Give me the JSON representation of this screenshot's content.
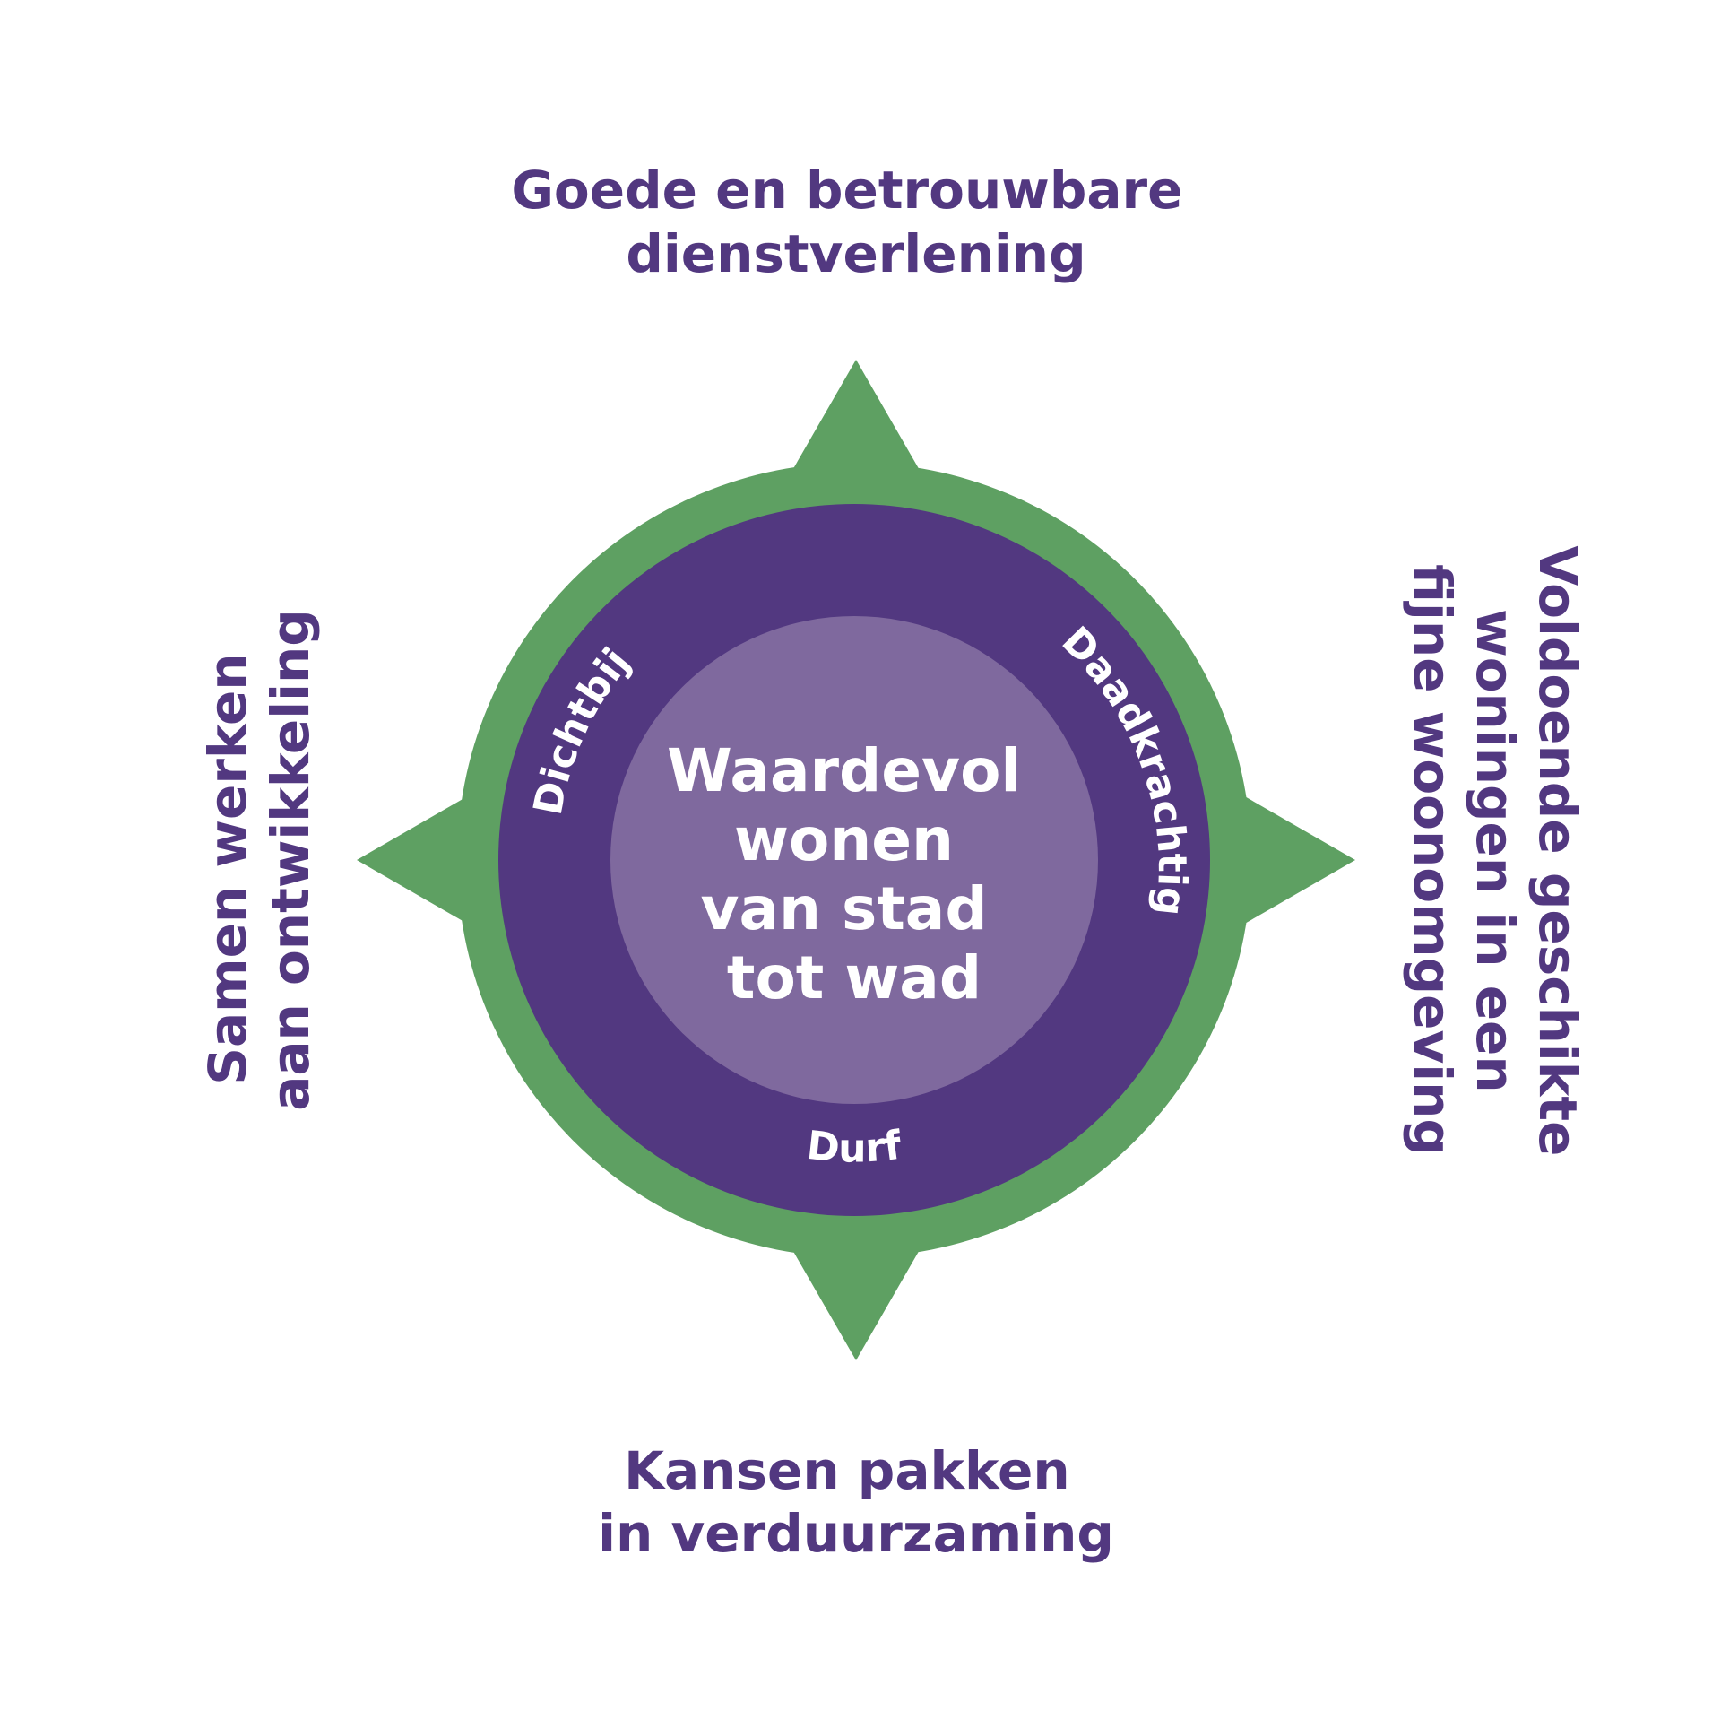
{
  "colors": {
    "background": "#ffffff",
    "compass_green": "#5ea062",
    "ring_purple": "#523880",
    "center_purple": "#7f699e",
    "goal_text": "#523880",
    "inner_text": "#ffffff"
  },
  "goals": {
    "top": {
      "line1": "Goede en betrouwbare",
      "line2": "dienstverlening"
    },
    "bottom": {
      "line1": "Kansen pakken",
      "line2": "in verduurzaming"
    },
    "left": {
      "line1": "Samen werken",
      "line2": "aan ontwikkeling"
    },
    "right": {
      "line1": "Voldoende geschikte",
      "line2": "woningen in een",
      "line3": "fijne woonomgeving"
    }
  },
  "values": {
    "left": "Dichtbij",
    "right": "Daadkrachtig",
    "bottom": "Durf"
  },
  "center": {
    "line1": "Waardevol",
    "line2": "wonen",
    "line3": "van stad",
    "line4": "tot wad"
  }
}
